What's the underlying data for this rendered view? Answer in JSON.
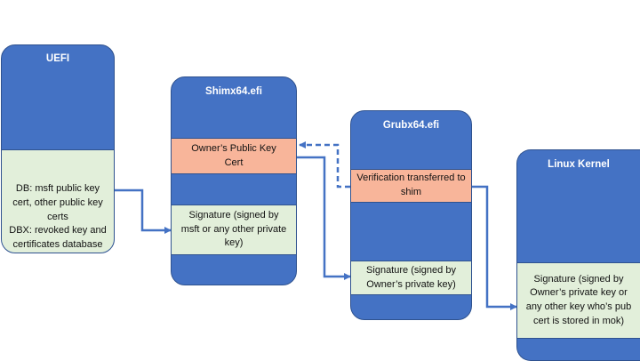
{
  "uefi": {
    "title": "UEFI",
    "db_text": "DB: msft public key cert, other public key certs",
    "dbx_text": "DBX: revoked key and certificates database"
  },
  "shim": {
    "title": "Shimx64.efi",
    "owner_key_text": "Owner’s Public Key Cert",
    "signature_text": "Signature (signed by msft or any other private key)"
  },
  "grub": {
    "title": "Grubx64.efi",
    "verification_text": "Verification transferred to shim",
    "signature_text": "Signature (signed by Owner’s private key)"
  },
  "kernel": {
    "title": "Linux Kernel",
    "signature_text": "Signature (signed by Owner’s private key or any other key who’s pub cert is stored in mok)"
  },
  "colors": {
    "block": "#4472c4",
    "block_border": "#2f528f",
    "green_band": "#e2efda",
    "salmon_band": "#f8b59a",
    "arrow": "#4472c4"
  }
}
